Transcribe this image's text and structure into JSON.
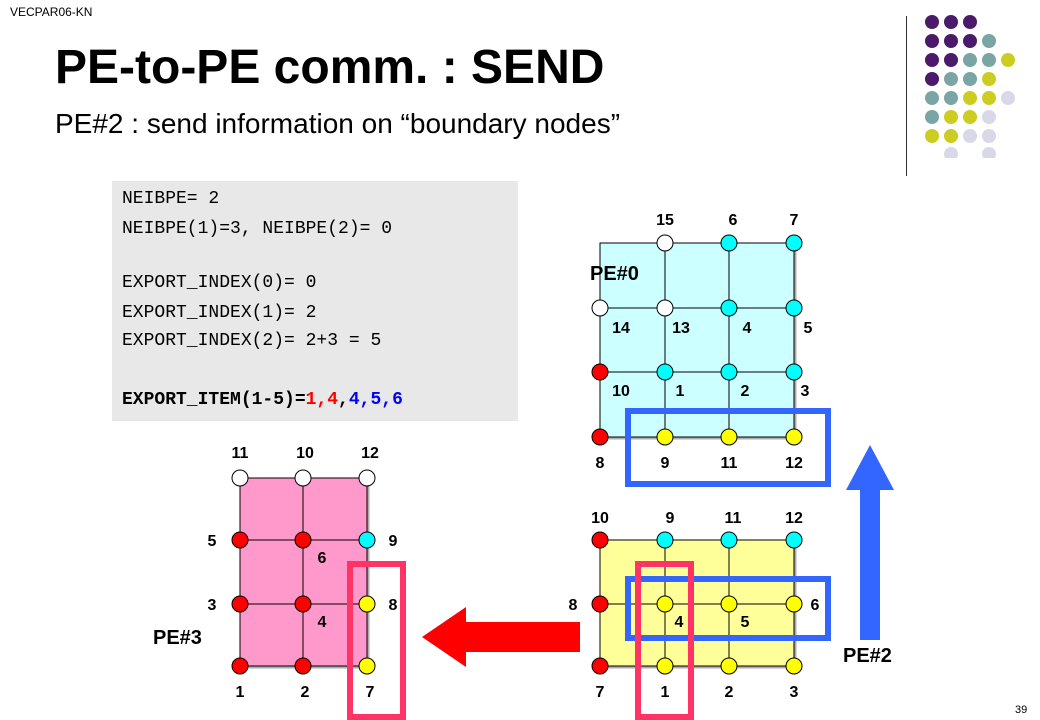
{
  "header_tag": "VECPAR06-KN",
  "title": "PE-to-PE comm. : SEND",
  "subtitle": "PE#2 : send information on “boundary nodes”",
  "code": {
    "line1": "NEIBPE= 2",
    "line2": "NEIBPE(1)=3, NEIBPE(2)= 0",
    "line3": "EXPORT_INDEX(0)= 0",
    "line4": "EXPORT_INDEX(1)= 2",
    "line5": "EXPORT_INDEX(2)= 2+3 = 5",
    "line6_prefix": "EXPORT_ITEM(1-5)=",
    "line6_items_red": "1,4",
    "line6_comma": ",",
    "line6_items_blue": "4,5,6"
  },
  "pe_labels": {
    "pe0": "PE#0",
    "pe2": "PE#2",
    "pe3": "PE#3"
  },
  "pe0_nodes": [
    "15",
    "6",
    "7",
    "14",
    "13",
    "4",
    "5",
    "10",
    "1",
    "2",
    "3",
    "8",
    "9",
    "11",
    "12"
  ],
  "pe2_nodes": [
    "10",
    "9",
    "11",
    "12",
    "8",
    "4",
    "5",
    "6",
    "7",
    "1",
    "2",
    "3"
  ],
  "pe3_nodes": [
    "11",
    "10",
    "12",
    "5",
    "6",
    "9",
    "3",
    "4",
    "8",
    "1",
    "2",
    "7"
  ],
  "page_number": "39",
  "colors": {
    "pe0_fill": "#ccffff",
    "pe2_fill": "#ffff99",
    "pe3_fill": "#ff99cc",
    "node_red": "#ff0000",
    "node_cyan": "#00ffff",
    "node_yellow": "#ffff00",
    "node_white": "#ffffff",
    "blue_frame": "#3366ff",
    "magenta_frame": "#ff3399",
    "red_arrow": "#ff0000",
    "blue_arrow": "#3366ff",
    "code_red": "#ff0000",
    "code_blue": "#0000ff"
  }
}
